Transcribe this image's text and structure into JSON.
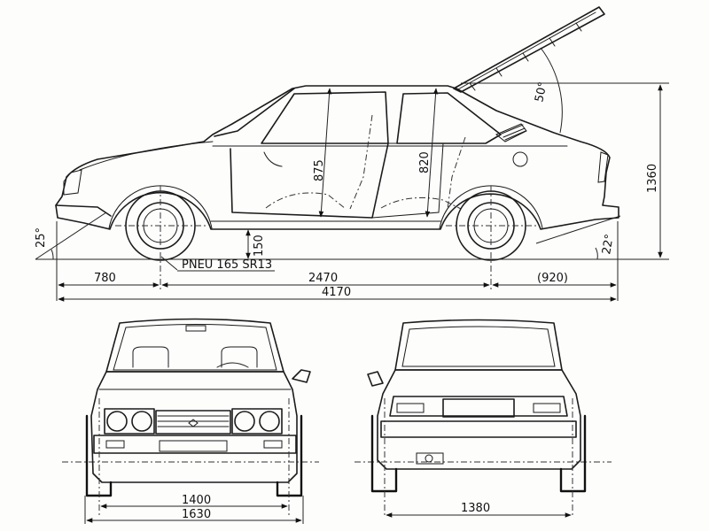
{
  "side_view": {
    "roof_height": "875",
    "rear_headroom": "820",
    "overall_height": "1360",
    "ground_clearance": "150",
    "approach_angle": "25°",
    "departure_angle": "22°",
    "hatch_angle": "50°",
    "tire_size": "PNEU 165 SR13",
    "front_overhang": "780",
    "wheelbase": "2470",
    "rear_overhang": "(920)",
    "overall_length": "4170"
  },
  "front_view": {
    "track": "1400",
    "overall_width": "1630"
  },
  "rear_view": {
    "rear_track": "1380"
  }
}
